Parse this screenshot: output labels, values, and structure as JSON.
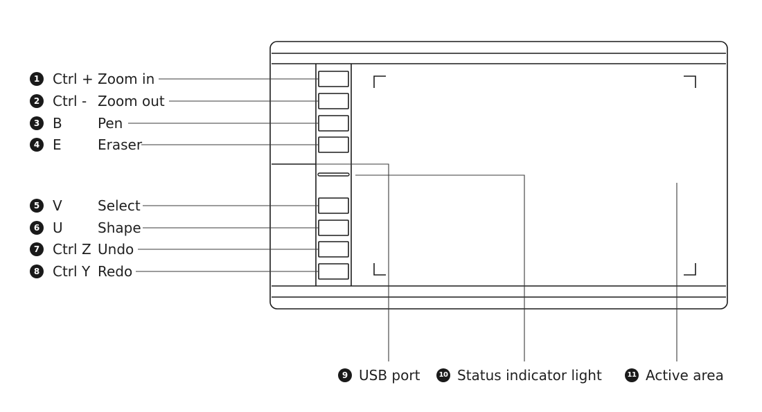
{
  "shortcuts": [
    {
      "number": "1",
      "key": "Ctrl +",
      "function": "Zoom in"
    },
    {
      "number": "2",
      "key": "Ctrl -",
      "function": "Zoom out"
    },
    {
      "number": "3",
      "key": "B",
      "function": "Pen"
    },
    {
      "number": "4",
      "key": "E",
      "function": "Eraser"
    },
    {
      "number": "5",
      "key": "V",
      "function": "Select"
    },
    {
      "number": "6",
      "key": "U",
      "function": "Shape"
    },
    {
      "number": "7",
      "key": "Ctrl Z",
      "function": "Undo"
    },
    {
      "number": "8",
      "key": "Ctrl Y",
      "function": "Redo"
    }
  ],
  "callouts": [
    {
      "number": "9",
      "label": "USB port"
    },
    {
      "number": "10",
      "label": "Status indicator light"
    },
    {
      "number": "11",
      "label": "Active area"
    }
  ],
  "colors": {
    "stroke": "#1a1a1a",
    "badge": "#1a1a1a",
    "background": "#ffffff"
  }
}
